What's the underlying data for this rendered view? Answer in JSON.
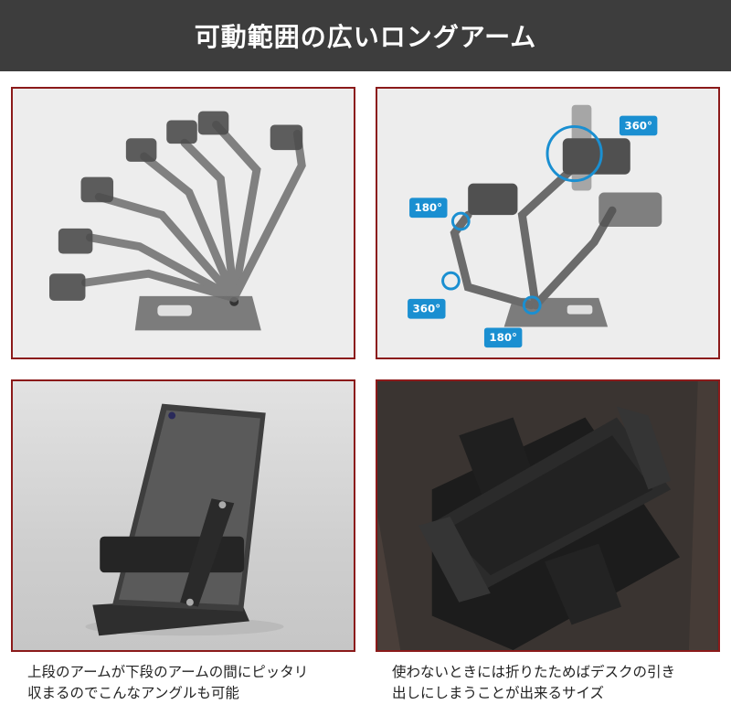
{
  "header": {
    "title": "可動範囲の広いロングアーム"
  },
  "colors": {
    "header_bg": "#3d3d3d",
    "panel_border": "#8b1a1a",
    "badge_blue": "#1a8fd1"
  },
  "panel_motion_range": {
    "badges": {
      "top_right": "360°",
      "upper_left": "180°",
      "lower_left": "360°",
      "bottom": "180°"
    }
  },
  "captions": {
    "left": {
      "line1": "上段のアームが下段のアームの間にピッタリ",
      "line2": "収まるのでこんなアングルも可能"
    },
    "right": {
      "line1": "使わないときには折りたためばデスクの引き",
      "line2": "出しにしまうことが出来るサイズ"
    }
  }
}
